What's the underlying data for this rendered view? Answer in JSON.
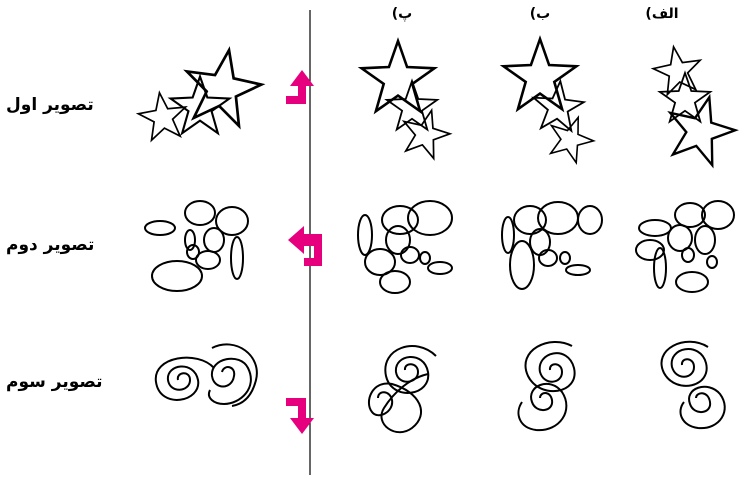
{
  "column_labels": [
    "پ)",
    "ب)",
    "الف)"
  ],
  "row_labels": [
    "تصویر اول",
    "تصویر دوم",
    "تصویر سوم"
  ],
  "colors": {
    "arrow": "#e6007e",
    "stroke": "#000000"
  },
  "arrows": [
    "turn-up-arrow",
    "turn-left-arrow",
    "turn-down-arrow"
  ]
}
